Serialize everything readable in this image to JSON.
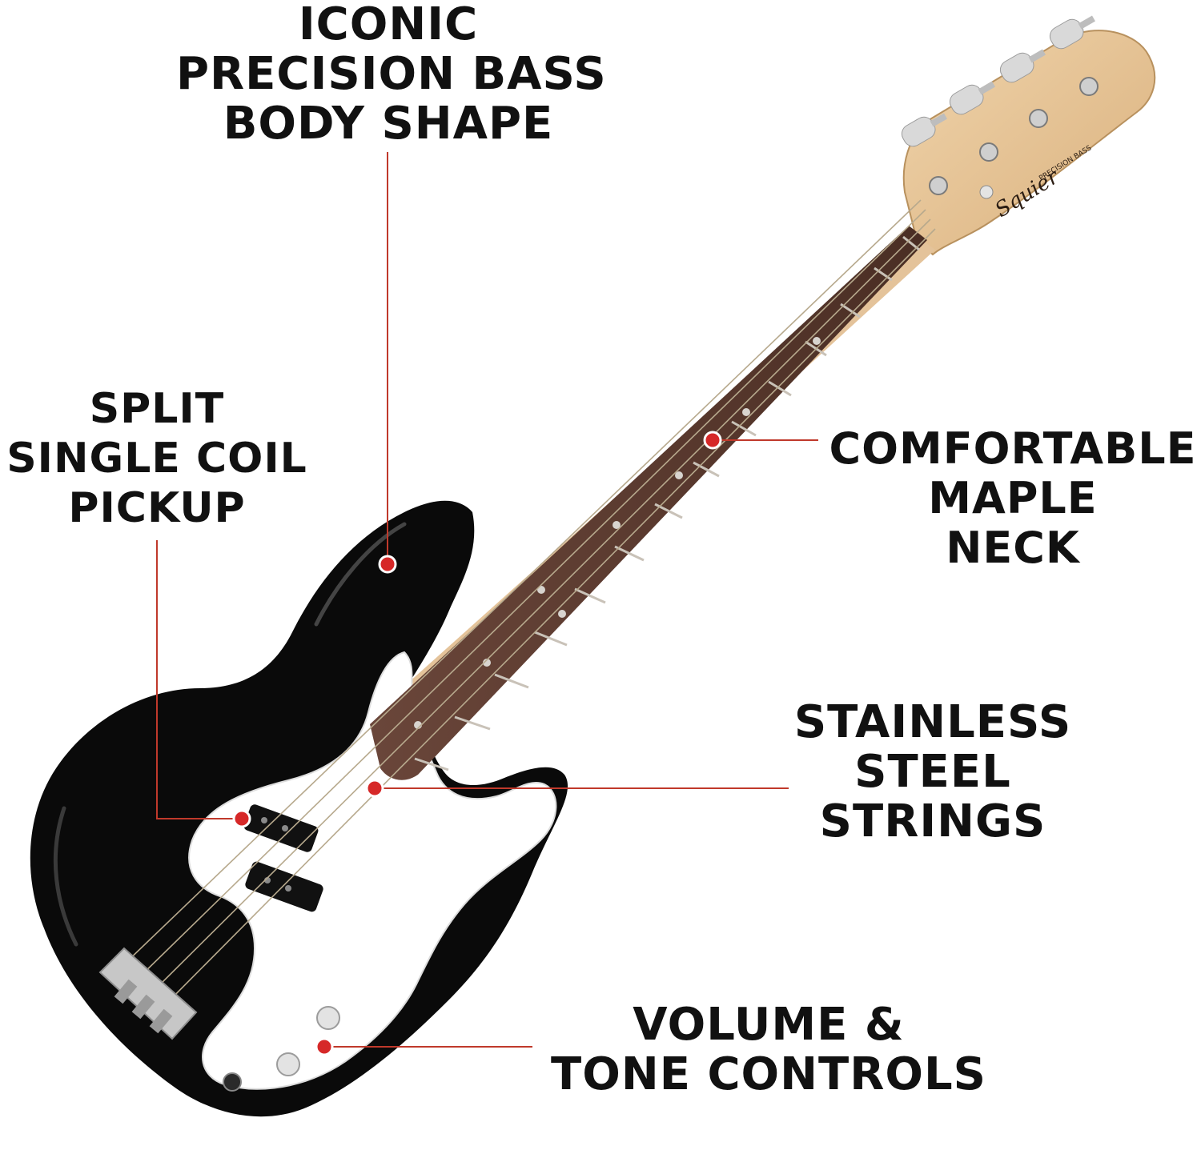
{
  "callouts": {
    "body_shape": {
      "lines": [
        "ICONIC",
        "PRECISION BASS",
        "BODY SHAPE"
      ]
    },
    "pickup": {
      "lines": [
        "SPLIT",
        "SINGLE COIL",
        "PICKUP"
      ]
    },
    "neck": {
      "lines": [
        "COMFORTABLE",
        "MAPLE",
        "NECK"
      ]
    },
    "strings": {
      "lines": [
        "STAINLESS",
        "STEEL",
        "STRINGS"
      ]
    },
    "controls": {
      "lines": [
        "VOLUME &",
        "TONE CONTROLS"
      ]
    }
  },
  "headstock": {
    "brand": "Squier",
    "model": "PRECISION BASS"
  },
  "colors": {
    "callout_line": "#c0392b",
    "callout_dot": "#d62828",
    "body": "#0a0a0a",
    "pickguard": "#ffffff",
    "fretboard": "#5a3a2e",
    "maple": "#e9c9a0",
    "text": "#111111"
  }
}
